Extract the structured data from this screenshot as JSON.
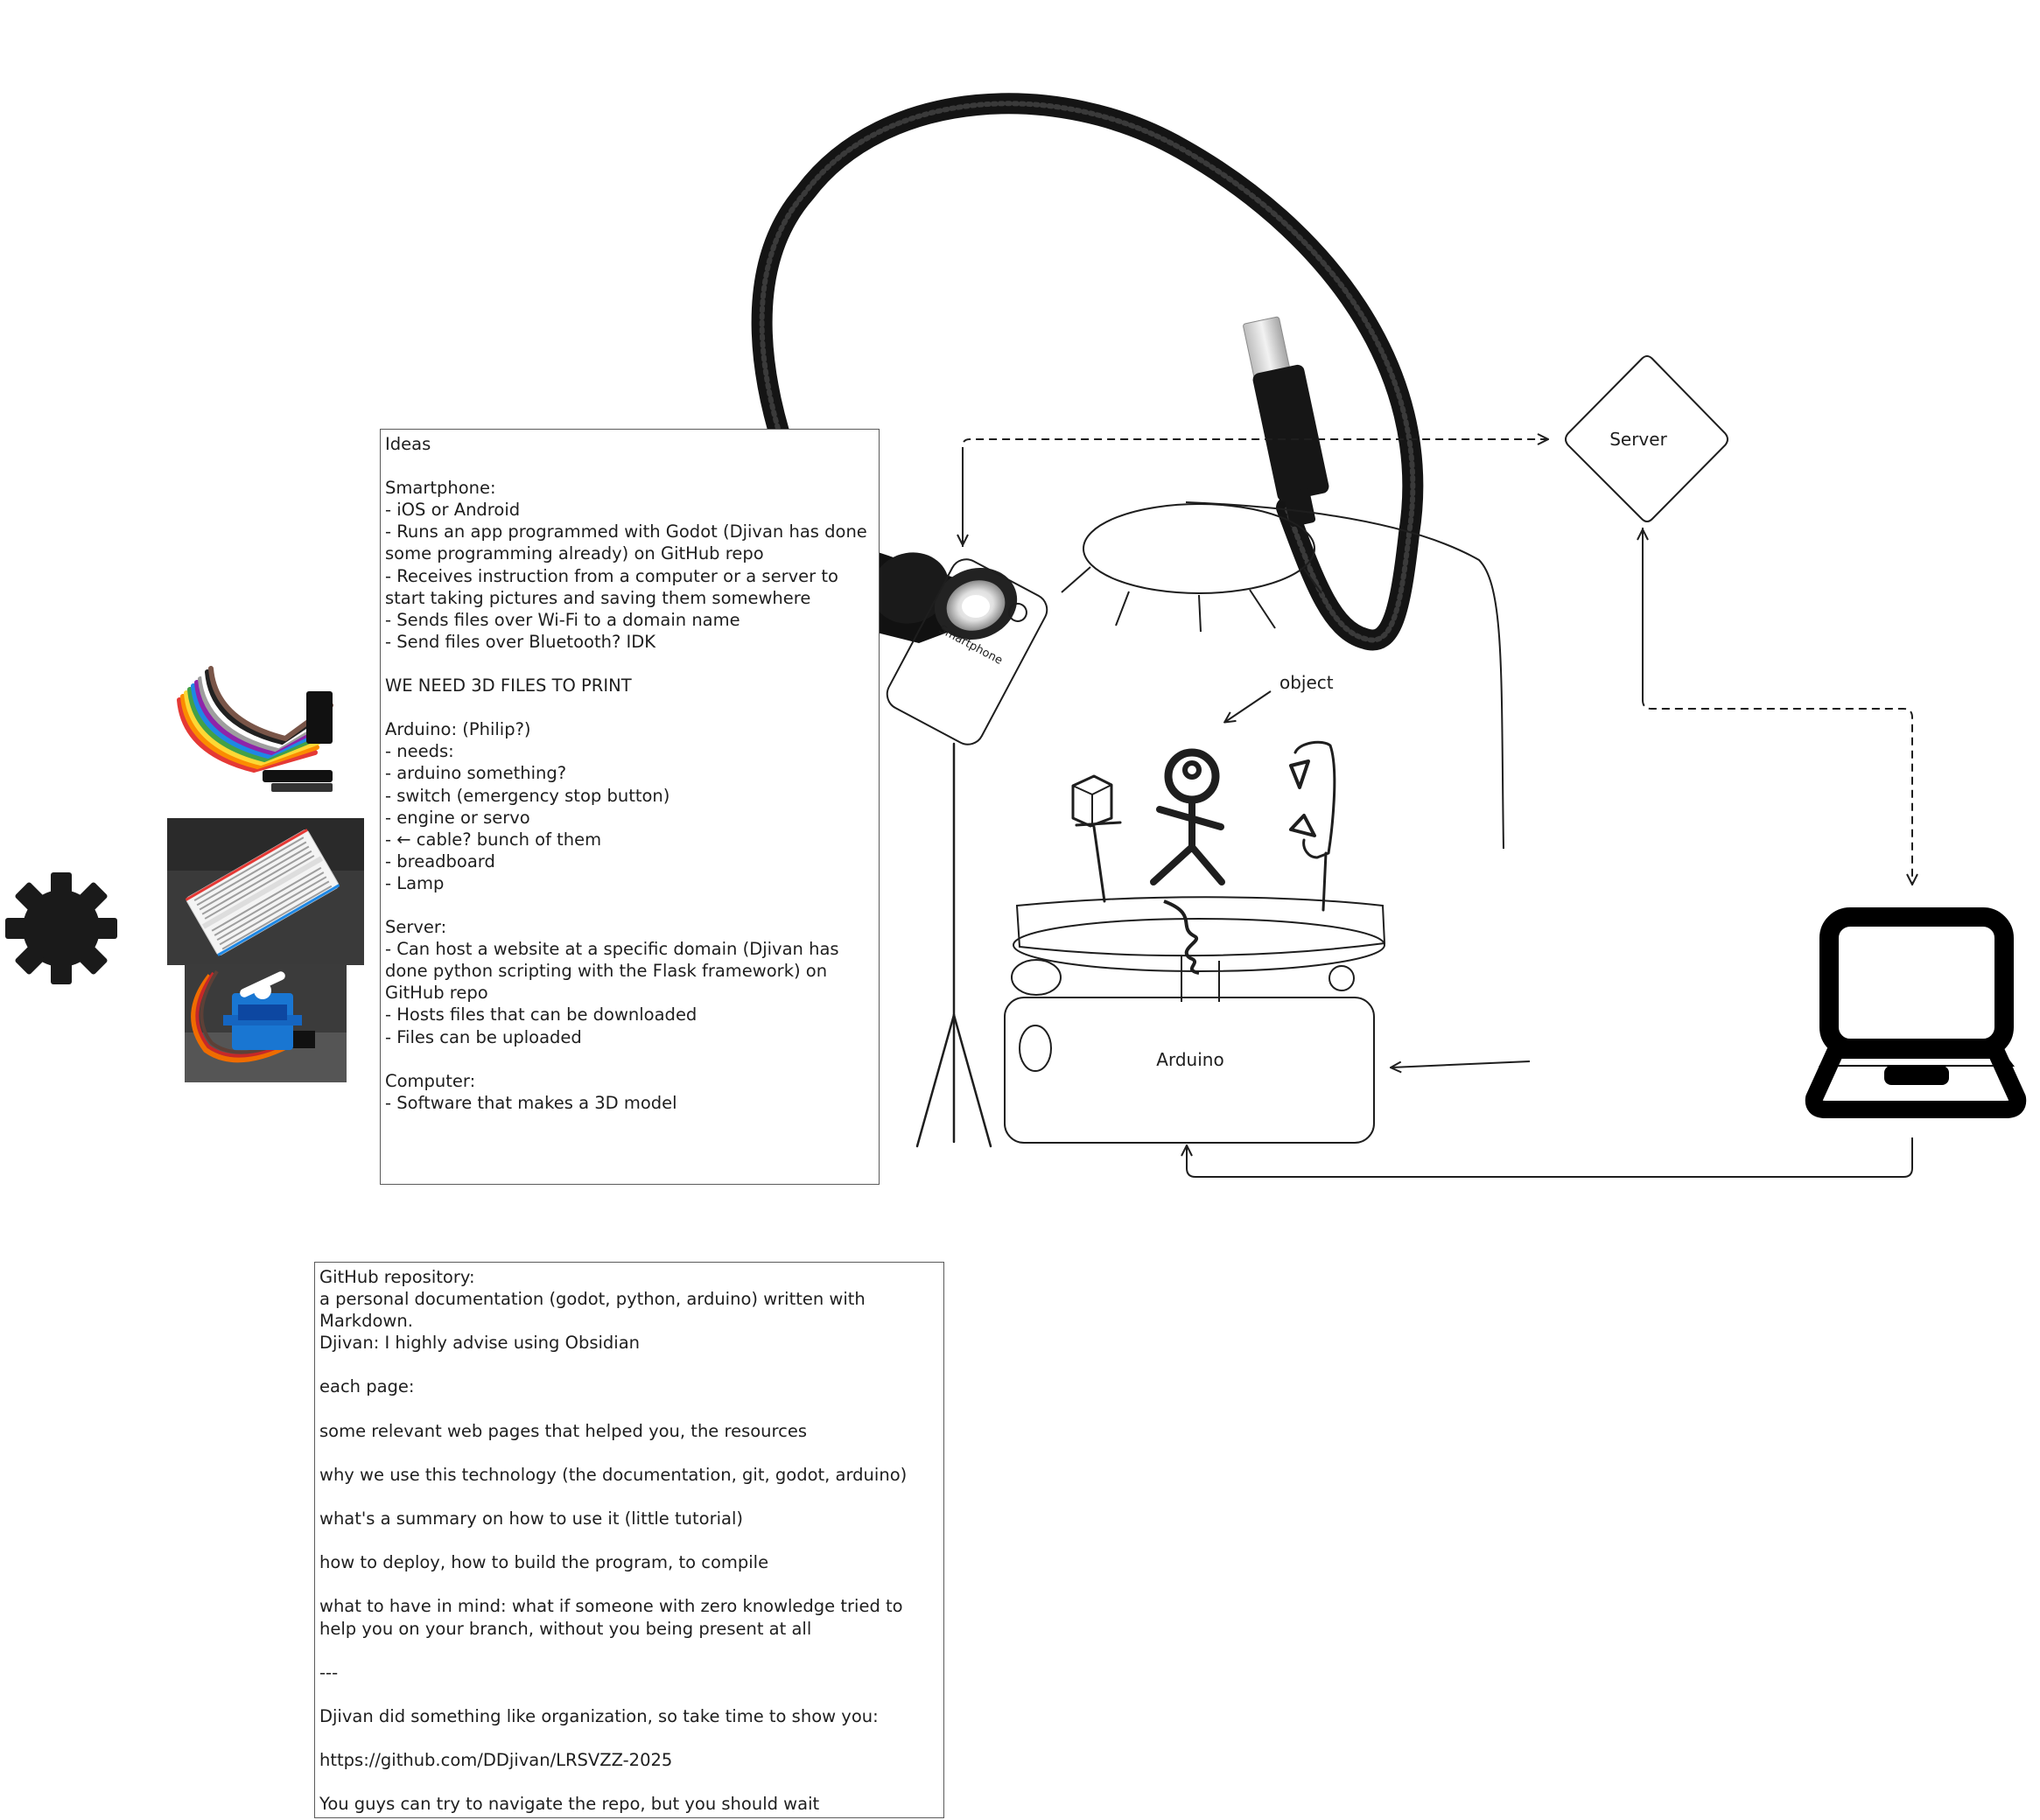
{
  "notes": {
    "ideas": "Ideas\n\nSmartphone:\n- iOS or Android\n- Runs an app programmed with Godot (Djivan has done some programming already) on GitHub repo\n- Receives instruction from a computer or a server to start taking pictures and saving them somewhere\n- Sends files over Wi-Fi to a domain name\n- Send files over Bluetooth? IDK\n\nWE NEED 3D FILES TO PRINT\n\nArduino: (Philip?)\n- needs:\n- arduino something?\n- switch (emergency stop button)\n- engine or servo\n- ← cable? bunch of them\n- breadboard\n- Lamp\n\nServer:\n- Can host a website at a specific domain (Djivan has done python scripting with the Flask framework) on GitHub repo\n- Hosts files that can be downloaded\n- Files can be uploaded\n\nComputer:\n- Software that makes a 3D model",
    "github": "GitHub repository:\na personal documentation (godot, python, arduino) written with Markdown.\nDjivan: I highly advise using Obsidian\n\neach page:\n\nsome relevant web pages that helped you, the resources\n\nwhy we use this technology (the documentation, git, godot, arduino)\n\nwhat's a summary on how to use it (little tutorial)\n\nhow to deploy, how to build the program, to compile\n\nwhat to have in mind: what if someone with zero knowledge tried to help you on your branch, without you being present at all\n\n---\n\nDjivan did something like organization, so take time to show you:\n\nhttps://github.com/DDjivan/LRSVZZ-2025\n\nYou guys can try to navigate the repo, but you should wait"
  },
  "labels": {
    "server": "Server",
    "arduino": "Arduino",
    "object": "object",
    "smartphone": "Smartphone"
  },
  "icons": {
    "gear": "gear-icon",
    "laptop": "laptop-icon"
  },
  "colors": {
    "stroke": "#1e1e1e",
    "note_border": "#5b5b5b",
    "background": "#ffffff"
  }
}
